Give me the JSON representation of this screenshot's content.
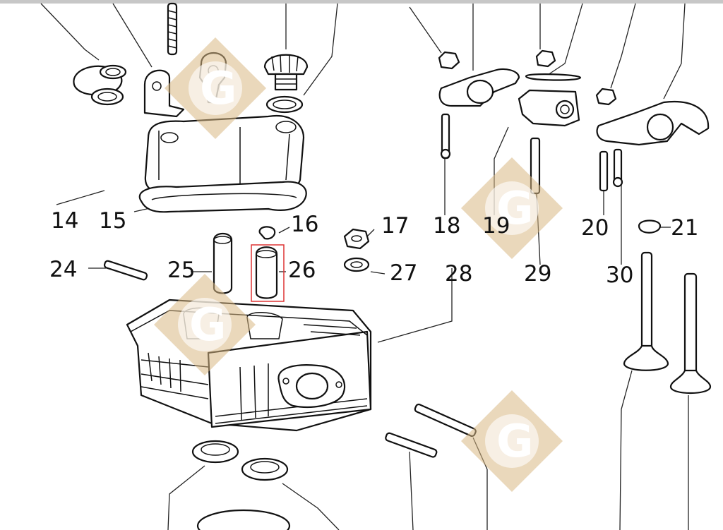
{
  "diagram": {
    "highlighted_part": "26",
    "colors": {
      "line": "#111111",
      "watermark": "#d8b884",
      "highlight": "#dd3333"
    },
    "labels": [
      "14",
      "15",
      "16",
      "17",
      "18",
      "19",
      "20",
      "21",
      "24",
      "25",
      "26",
      "27",
      "28",
      "29",
      "30"
    ]
  }
}
